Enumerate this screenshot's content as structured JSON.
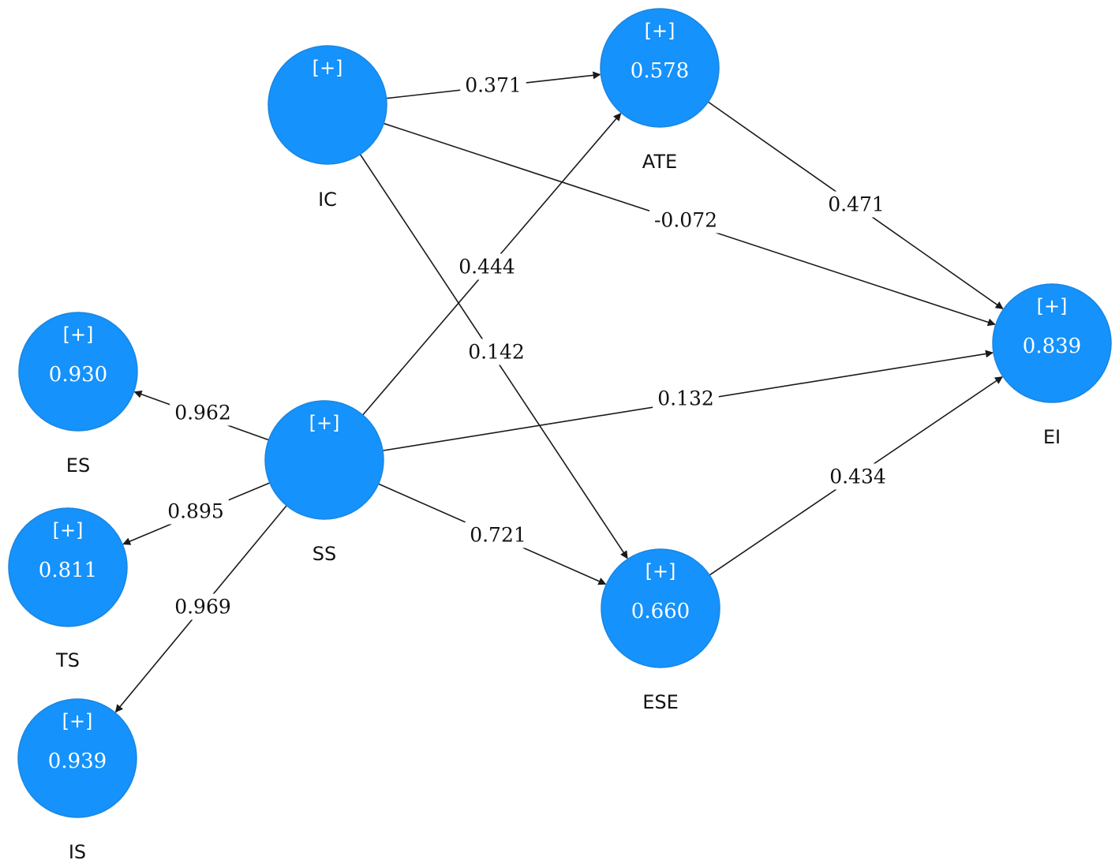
{
  "diagram": {
    "colors": {
      "node_fill": "#1592fb",
      "node_text": "#ffffff",
      "edge": "#1a1a1a",
      "label_text": "#111111"
    },
    "expand_marker": "[+]",
    "nodes": {
      "IC": {
        "label": "IC",
        "value": "",
        "has_expand": true
      },
      "ATE": {
        "label": "ATE",
        "value": "0.578",
        "has_expand": true
      },
      "EI": {
        "label": "EI",
        "value": "0.839",
        "has_expand": true
      },
      "SS": {
        "label": "SS",
        "value": "",
        "has_expand": true
      },
      "ESE": {
        "label": "ESE",
        "value": "0.660",
        "has_expand": true
      },
      "ES": {
        "label": "ES",
        "value": "0.930",
        "has_expand": true
      },
      "TS": {
        "label": "TS",
        "value": "0.811",
        "has_expand": true
      },
      "IS": {
        "label": "IS",
        "value": "0.939",
        "has_expand": true
      }
    },
    "edges": [
      {
        "from": "IC",
        "to": "ATE",
        "label": "0.371"
      },
      {
        "from": "IC",
        "to": "EI",
        "label": "-0.072"
      },
      {
        "from": "IC",
        "to": "ESE",
        "label": "0.142"
      },
      {
        "from": "ATE",
        "to": "EI",
        "label": "0.471"
      },
      {
        "from": "SS",
        "to": "ATE",
        "label": "0.444"
      },
      {
        "from": "SS",
        "to": "EI",
        "label": "0.132"
      },
      {
        "from": "SS",
        "to": "ESE",
        "label": "0.721"
      },
      {
        "from": "ESE",
        "to": "EI",
        "label": "0.434"
      },
      {
        "from": "SS",
        "to": "ES",
        "label": "0.962"
      },
      {
        "from": "SS",
        "to": "TS",
        "label": "0.895"
      },
      {
        "from": "SS",
        "to": "IS",
        "label": "0.969"
      }
    ]
  }
}
